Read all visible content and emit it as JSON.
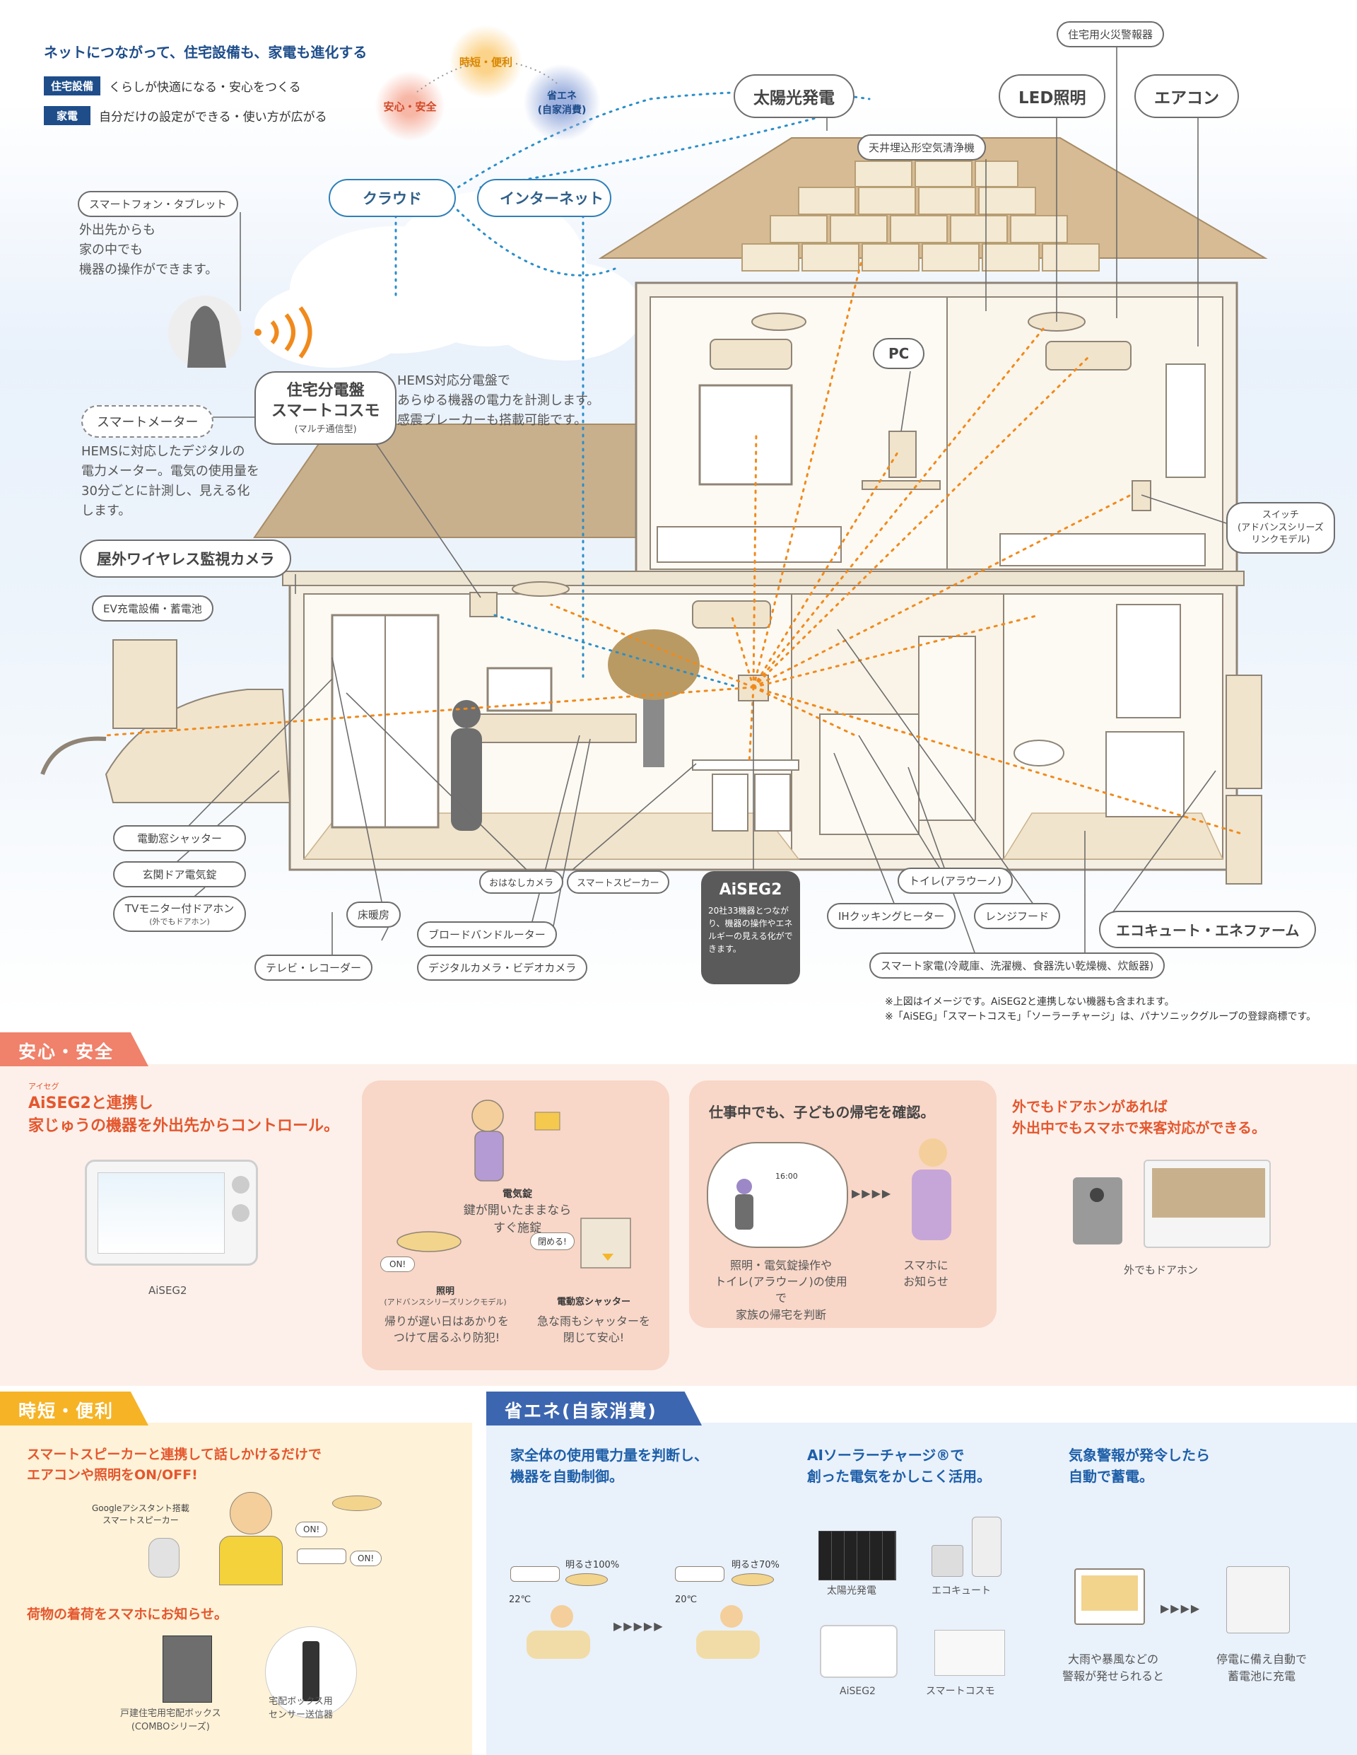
{
  "intro": {
    "headline": "ネットにつながって、住宅設備も、家電も進化する",
    "rows": [
      {
        "tag": "住宅設備",
        "text": "くらしが快適になる・安心をつくる"
      },
      {
        "tag": "家電",
        "text": "自分だけの設定ができる・使い方が広がる"
      }
    ],
    "bubbles": {
      "anshin": "安心・安全",
      "jitan": "時短・便利",
      "shoene": "省エネ\n(自家消費)"
    }
  },
  "network": {
    "cloud": "クラウド",
    "internet": "インターネット"
  },
  "labels": {
    "solar": "太陽光発電",
    "led": "LED照明",
    "aircon": "エアコン",
    "fire_alarm": "住宅用火災警報器",
    "air_purifier": "天井埋込形空気清浄機",
    "pc": "PC",
    "switch": "スイッチ\n(アドバンスシリーズ\nリンクモデル)",
    "distribution_board": "住宅分電盤\nスマートコスモ",
    "distribution_board_sub": "(マルチ通信型)",
    "smart_meter": "スマートメーター",
    "camera": "屋外ワイヤレス監視カメラ",
    "ev": "EV充電設備・蓄電池",
    "shutter": "電動窓シャッター",
    "door_lock": "玄関ドア電気錠",
    "tv_monitor_intercom": "TVモニター付ドアホン",
    "tv_monitor_intercom_sub": "(外でもドアホン)",
    "floor_heating": "床暖房",
    "tv_recorder": "テレビ・レコーダー",
    "router": "ブロードバンドルーター",
    "digicam": "デジタルカメラ・ビデオカメラ",
    "talk_camera": "おはなしカメラ",
    "smart_speaker": "スマートスピーカー",
    "aiseg": "AiSEG2",
    "aiseg_desc": "20社33機器とつながり、機器の操作やエネルギーの見える化ができます。",
    "ih": "IHクッキングヒーター",
    "toilet": "トイレ(アラウーノ)",
    "range_hood": "レンジフード",
    "ecocute": "エコキュート・エネファーム",
    "appliances": "スマート家電(冷蔵庫、洗濯機、食器洗い乾燥機、炊飯器)",
    "smartphone": "スマートフォン・タブレット"
  },
  "descriptions": {
    "smartphone": "外出先からも\n家の中でも\n機器の操作ができます。",
    "board": "HEMS対応分電盤で\nあらゆる機器の電力を計測します。\n感震ブレーカーも搭載可能です。",
    "meter": "HEMSに対応したデジタルの\n電力メーター。電気の使用量を\n30分ごとに計測し、見える化\nします。"
  },
  "disclaimer": [
    "※上図はイメージです。AiSEG2と連携しない機器も含まれます。",
    "※「AiSEG」「スマートコスモ」「ソーラーチャージ」は、パナソニックグループの登録商標です。"
  ],
  "section_anshin": {
    "tab": "安心・安全",
    "ruby": "アイセグ",
    "head": "AiSEG2と連携し\n家じゅうの機器を外出先からコントロール。",
    "aiseg_caption": "AiSEG2",
    "card1": {
      "lock_title": "電気錠",
      "lock_text": "鍵が開いたままなら\nすぐ施錠",
      "light_title": "照明",
      "light_sub": "(アドバンスシリーズリンクモデル)",
      "light_text": "帰りが遅い日はあかりを\nつけて居るふり防犯!",
      "shutter_title": "電動窓シャッター",
      "shutter_text": "急な雨もシャッターを\n閉じて安心!",
      "on_bubble": "ON!",
      "close_bubble": "閉める!",
      "clock_text": "16:00"
    },
    "card2": {
      "title": "仕事中でも、子どもの帰宅を確認。",
      "left_text": "照明・電気錠操作や\nトイレ(アラウーノ)の使用で\n家族の帰宅を判断",
      "right_text": "スマホに\nお知らせ"
    },
    "door_head": "外でもドアホンがあれば\n外出中でもスマホで来客対応ができる。",
    "door_caption": "外でもドアホン"
  },
  "section_jitan": {
    "tab": "時短・便利",
    "head": "スマートスピーカーと連携して話しかけるだけで\nエアコンや照明をON/OFF!",
    "speaker_label": "Googleアシスタント搭載\nスマートスピーカー",
    "on1": "ON!",
    "on2": "ON!",
    "head2": "荷物の着荷をスマホにお知らせ。",
    "box_caption": "戸建住宅用宅配ボックス\n(COMBOシリーズ)",
    "sensor_caption": "宅配ボックス用\nセンサー送信器"
  },
  "section_shoene": {
    "tab": "省エネ(自家消費)",
    "head1": "家全体の使用電力量を判断し、\n機器を自動制御。",
    "bright100": "明るさ100%",
    "bright70": "明るさ70%",
    "temp22": "22℃",
    "temp20": "20℃",
    "head2": "AIソーラーチャージ®で\n創った電気をかしこく活用。",
    "solar_caption": "太陽光発電",
    "ecocute_caption": "エコキュート",
    "aiseg_caption": "AiSEG2",
    "cosmo_caption": "スマートコスモ",
    "head3": "気象警報が発令したら\n自動で蓄電。",
    "warn_text": "大雨や暴風などの\n警報が発せられると",
    "charge_text": "停電に備え自動で\n蓄電池に充電"
  },
  "colors": {
    "anshin": "#f0816a",
    "jitan": "#f6b325",
    "shoene": "#3d66b0",
    "wire": "#f08a1c",
    "signal": "#2b8ec9"
  }
}
